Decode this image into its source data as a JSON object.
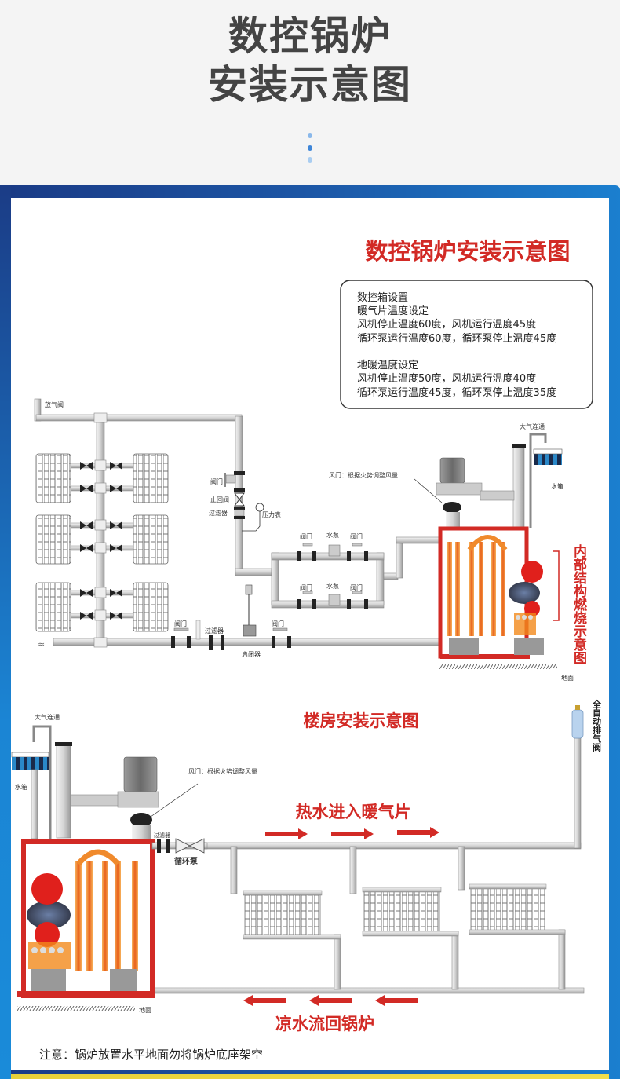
{
  "header": {
    "title_line1": "数控锅炉",
    "title_line2": "安装示意图",
    "dots_colors": [
      "#8ab8ea",
      "#3f86d8",
      "#a9cdf1"
    ]
  },
  "colors": {
    "frame_blue": "#1d57a6",
    "accent_red": "#d22a25",
    "title_gray": "#444444",
    "pipe_gray": "#d8d8d8",
    "flame_orange": "#f28a1c"
  },
  "diagram1": {
    "title": "数控锅炉安装示意图",
    "settings_box": {
      "heading": "数控箱设置",
      "group1_title": "暖气片温度设定",
      "group1_line1": "风机停止温度60度，风机运行温度45度",
      "group1_line2": "循环泵运行温度60度，循环泵停止温度45度",
      "group2_title": "地暖温度设定",
      "group2_line1": "风机停止温度50度，风机运行温度40度",
      "group2_line2": "循环泵运行温度45度，循环泵停止温度35度"
    },
    "labels": {
      "vent_valve": "放气阀",
      "valve": "阀门",
      "check_valve": "止回阀",
      "filter": "过滤器",
      "pressure_gauge": "压力表",
      "water_pump": "水泵",
      "opener": "启闭器",
      "damper": "风门：根据火势调整风量",
      "atmosphere": "大气连通",
      "water_tank": "水箱",
      "ground": "地面",
      "internal_structure": "内部结构燃烧示意图"
    }
  },
  "diagram2": {
    "title": "楼房安装示意图",
    "hot_water_label": "热水进入暖气片",
    "cold_water_label": "凉水流回锅炉",
    "labels": {
      "atmosphere": "大气连通",
      "water_tank": "水箱",
      "damper": "风门：根据火势调整风量",
      "filter": "过滤器",
      "circulation_pump": "循环泵",
      "ground": "地面",
      "auto_air_vent": "全自动排气阀"
    },
    "note": "注意：锅炉放置水平地面勿将锅炉底座架空"
  }
}
